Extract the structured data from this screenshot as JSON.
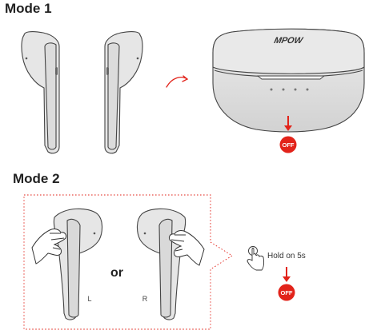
{
  "mode1": {
    "title": "Mode 1",
    "case_logo": "MPOW",
    "status_badge": "OFF"
  },
  "mode2": {
    "title": "Mode 2",
    "or_text": "or",
    "left_label": "L",
    "right_label": "R",
    "hold_text": "Hold on 5s",
    "status_badge": "OFF"
  },
  "colors": {
    "accent_red": "#E2231A",
    "earbud_fill": "#E6E6E6",
    "outline": "#444444"
  },
  "icons": [
    "arrow-curved-icon",
    "arrow-down-icon",
    "tap-finger-icon",
    "hand-pinch-icon"
  ]
}
